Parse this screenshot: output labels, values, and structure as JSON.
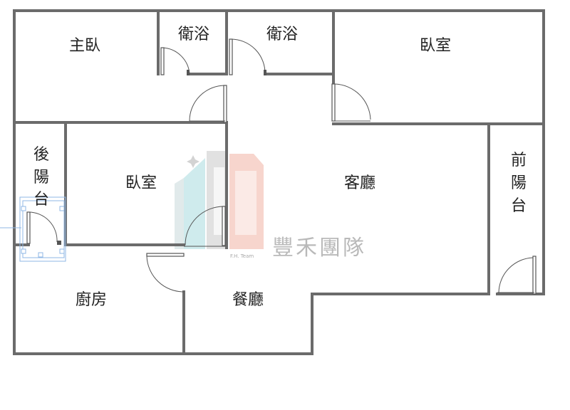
{
  "rooms": {
    "master_bedroom": "主臥",
    "bath_1": "衛浴",
    "bath_2": "衛浴",
    "bedroom_right": "臥室",
    "rear_balcony": [
      "後",
      "陽",
      "台"
    ],
    "bedroom_mid": "臥室",
    "living_room": "客廳",
    "front_balcony": [
      "前",
      "陽",
      "台"
    ],
    "kitchen": "廚房",
    "dining_room": "餐廳"
  },
  "watermark": {
    "name": "豐禾團隊",
    "sub": "F.H. Team",
    "colors": {
      "gray": "#c9c9c9",
      "teal": "#a9dbe0",
      "salmon": "#f2b3a6"
    }
  },
  "colors": {
    "wall": "#6b6b6b",
    "text": "#222222"
  }
}
